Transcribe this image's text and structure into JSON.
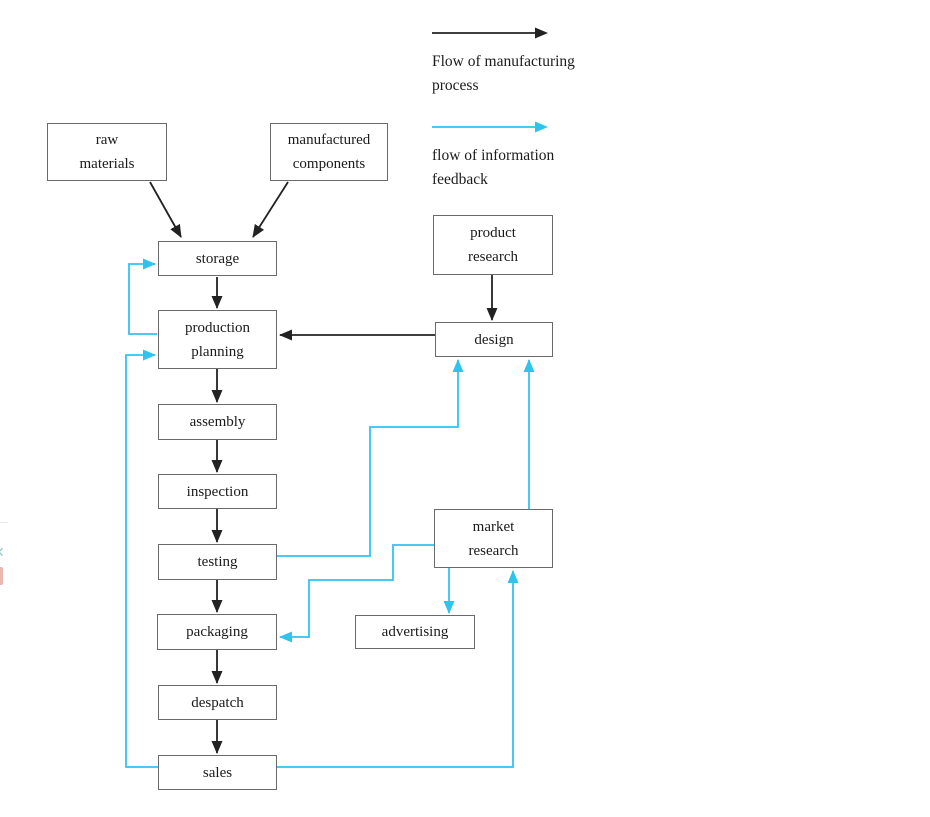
{
  "legend": {
    "manufacturing_flow": {
      "label": "Flow of manufacturing process"
    },
    "feedback_flow": {
      "label": "flow of information feedback"
    }
  },
  "colors": {
    "manufacturing_arrow": "#222222",
    "feedback_arrow": "#31c3f0",
    "box_border": "#6a6a6a",
    "background": "#ffffff"
  },
  "nodes": {
    "raw_materials": {
      "label": "raw materials"
    },
    "manufactured_components": {
      "label": "manufactured components"
    },
    "storage": {
      "label": "storage"
    },
    "production_planning": {
      "label": "production planning"
    },
    "assembly": {
      "label": "assembly"
    },
    "inspection": {
      "label": "inspection"
    },
    "testing": {
      "label": "testing"
    },
    "packaging": {
      "label": "packaging"
    },
    "despatch": {
      "label": "despatch"
    },
    "sales": {
      "label": "sales"
    },
    "product_research": {
      "label": "product research"
    },
    "design": {
      "label": "design"
    },
    "market_research": {
      "label": "market research"
    },
    "advertising": {
      "label": "advertising"
    }
  },
  "edges": [
    {
      "from": "raw materials",
      "to": "storage",
      "type": "manufacturing"
    },
    {
      "from": "manufactured components",
      "to": "storage",
      "type": "manufacturing"
    },
    {
      "from": "storage",
      "to": "production planning",
      "type": "manufacturing"
    },
    {
      "from": "production planning",
      "to": "assembly",
      "type": "manufacturing"
    },
    {
      "from": "assembly",
      "to": "inspection",
      "type": "manufacturing"
    },
    {
      "from": "inspection",
      "to": "testing",
      "type": "manufacturing"
    },
    {
      "from": "testing",
      "to": "packaging",
      "type": "manufacturing"
    },
    {
      "from": "packaging",
      "to": "despatch",
      "type": "manufacturing"
    },
    {
      "from": "despatch",
      "to": "sales",
      "type": "manufacturing"
    },
    {
      "from": "product research",
      "to": "design",
      "type": "manufacturing"
    },
    {
      "from": "design",
      "to": "production planning",
      "type": "manufacturing"
    },
    {
      "from": "production planning",
      "to": "storage",
      "type": "feedback"
    },
    {
      "from": "sales",
      "to": "production planning",
      "type": "feedback"
    },
    {
      "from": "testing",
      "to": "design",
      "type": "feedback"
    },
    {
      "from": "market research",
      "to": "design",
      "type": "feedback"
    },
    {
      "from": "market research",
      "to": "packaging",
      "type": "feedback"
    },
    {
      "from": "market research",
      "to": "advertising",
      "type": "feedback"
    },
    {
      "from": "sales",
      "to": "market research",
      "type": "feedback"
    }
  ]
}
